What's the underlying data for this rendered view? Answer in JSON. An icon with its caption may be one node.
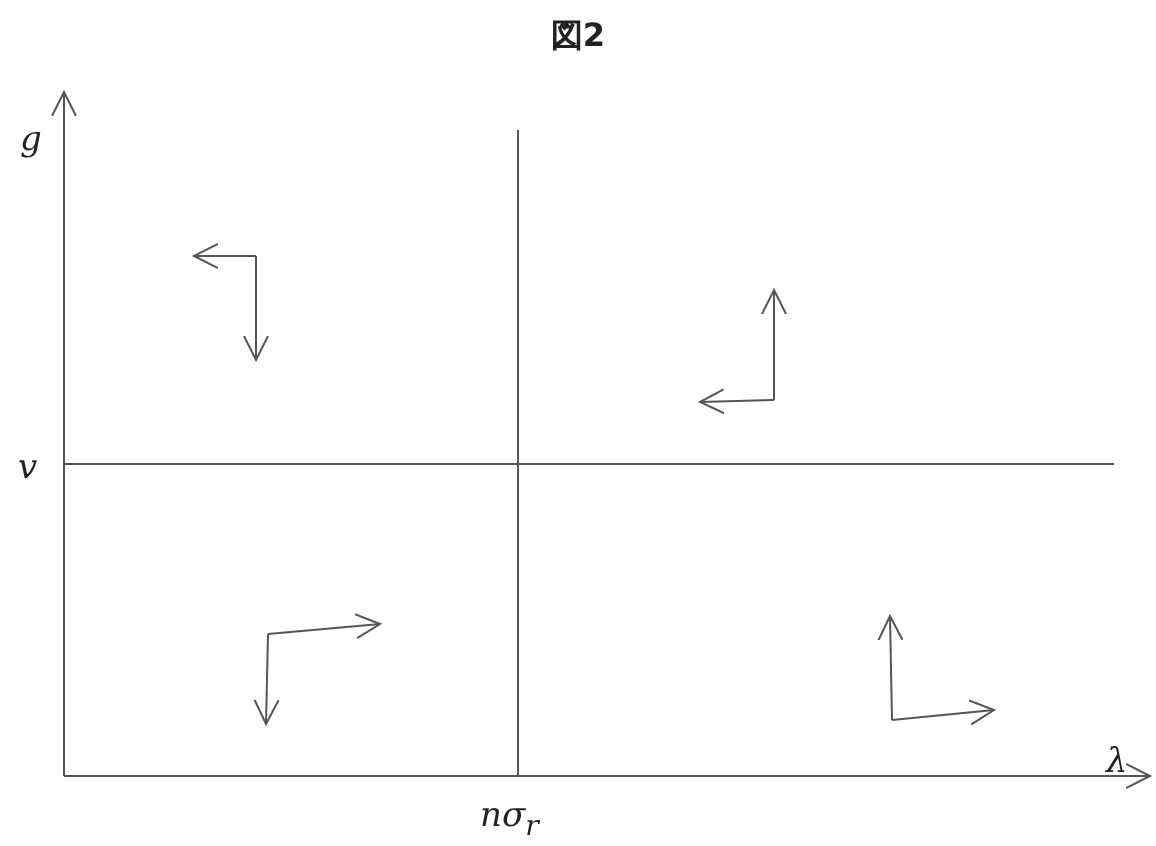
{
  "diagram": {
    "title": "図2",
    "labels": [
      "g",
      "v",
      "nσ$_{r}$",
      "λ"
    ]
  }
}
